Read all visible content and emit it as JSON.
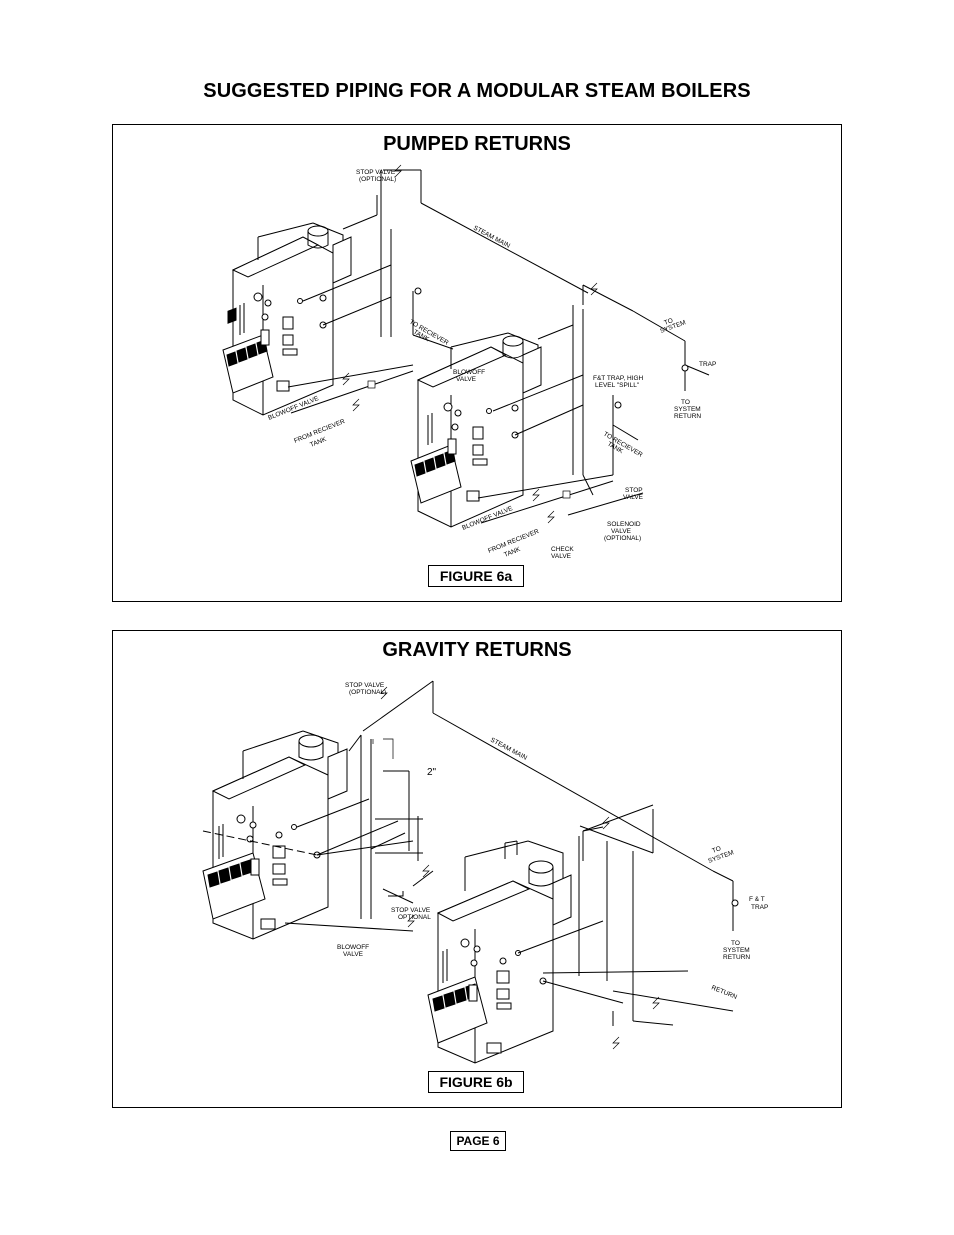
{
  "page_title": "SUGGESTED PIPING FOR A MODULAR STEAM BOILERS",
  "figure_a": {
    "heading": "PUMPED RETURNS",
    "caption": "FIGURE 6a",
    "labels": {
      "stop_valve_1": "STOP VALVE",
      "stop_valve_1b": "(OPTIONAL)",
      "steam_main": "STEAM MAIN",
      "to_system_1": "TO",
      "to_system_2": "SYSTEM",
      "trap": "TRAP",
      "to_system_return_1": "TO",
      "to_system_return_2": "SYSTEM",
      "to_system_return_3": "RETURN",
      "to_receiver_tank_1": "TO RECIEVER",
      "to_receiver_tank_1b": "TANK",
      "to_receiver_tank_2": "TO RECIEVER",
      "to_receiver_tank_2b": "TANK",
      "blowoff_valve_1": "BLOWOFF VALVE",
      "blowoff_valve_2": "BLOWOFF VALVE",
      "blowoff_valve_top": "BLOWOFF",
      "blowoff_valve_top_b": "VALVE",
      "from_receiver_1": "FROM RECIEVER",
      "from_receiver_1b": "TANK",
      "from_receiver_2": "FROM RECIEVER",
      "from_receiver_2b": "TANK",
      "ft_trap_1": "F&T TRAP, HIGH",
      "ft_trap_2": "LEVEL \"SPILL\"",
      "stop_valve_2": "STOP",
      "stop_valve_2b": "VALVE",
      "solenoid_1": "SOLENOID",
      "solenoid_2": "VALVE",
      "solenoid_3": "(OPTIONAL)",
      "check_valve_1": "CHECK",
      "check_valve_2": "VALVE"
    }
  },
  "figure_b": {
    "heading": "GRAVITY RETURNS",
    "caption": "FIGURE 6b",
    "labels": {
      "stop_valve_1": "STOP VALVE",
      "stop_valve_1b": "(OPTIONAL)",
      "steam_main": "STEAM MAIN",
      "dim_2in": "2\"",
      "stop_valve_2": "STOP VALVE",
      "stop_valve_2b": "OPTIONAL",
      "blowoff_1": "BLOWOFF",
      "blowoff_2": "VALVE",
      "to_system_1": "TO",
      "to_system_2": "SYSTEM",
      "ft_trap_1": "F & T",
      "ft_trap_2": "TRAP",
      "to_system_return_1": "TO",
      "to_system_return_2": "SYSTEM",
      "to_system_return_3": "RETURN",
      "return": "RETURN"
    }
  },
  "page_number": "PAGE 6"
}
